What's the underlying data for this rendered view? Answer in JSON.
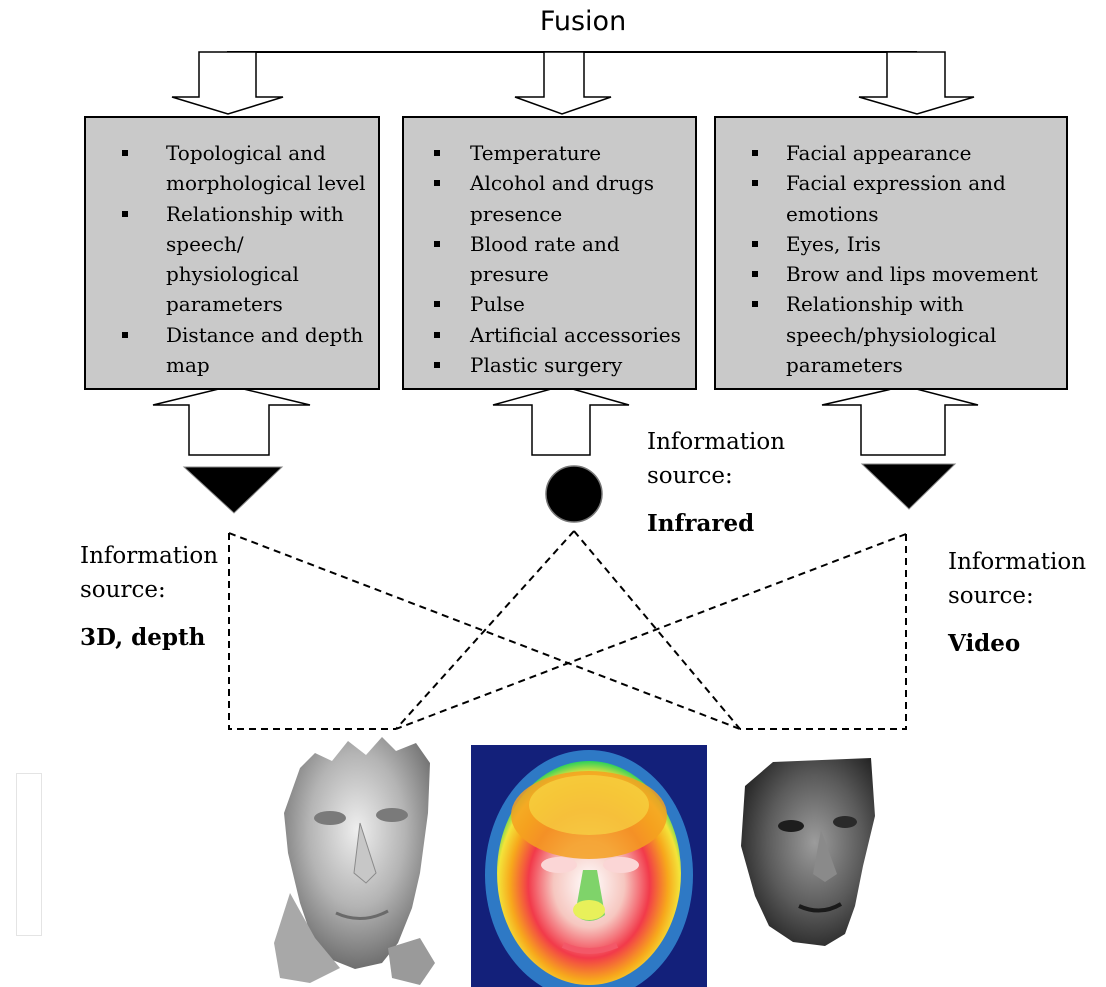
{
  "title": "Fusion",
  "boxes": [
    {
      "items": [
        {
          "text": "Topological and morphological level"
        },
        {
          "text": "Relationship with speech/ physiological parameters"
        },
        {
          "text": "Distance and depth map"
        }
      ]
    },
    {
      "items": [
        {
          "text": "Temperature"
        },
        {
          "text": "Alcohol and drugs presence"
        },
        {
          "text": "Blood rate and presure"
        },
        {
          "text": "Pulse"
        },
        {
          "text": "Artificial accessories"
        },
        {
          "text": "Plastic surgery"
        }
      ]
    },
    {
      "items": [
        {
          "text": "Facial appearance"
        },
        {
          "text": "Facial expression and emotions"
        },
        {
          "text": "Eyes, Iris"
        },
        {
          "text": "Brow and lips movement"
        },
        {
          "text": "Relationship with speech/physiological parameters"
        }
      ]
    }
  ],
  "sources": [
    {
      "label": "Information source:",
      "type": "3D, depth",
      "sensor_icon": "triangle-down-icon"
    },
    {
      "label": "Information source:",
      "type": "Infrared",
      "sensor_icon": "circle-icon"
    },
    {
      "label": "Information source:",
      "type": "Video",
      "sensor_icon": "triangle-down-icon"
    }
  ],
  "images": [
    {
      "name": "3d-depth-face-image"
    },
    {
      "name": "infrared-thermal-face-image"
    },
    {
      "name": "video-face-image"
    }
  ],
  "colors": {
    "box_fill": "#c9c9c9",
    "outline": "#000000",
    "thermal_background": "#13207a"
  }
}
